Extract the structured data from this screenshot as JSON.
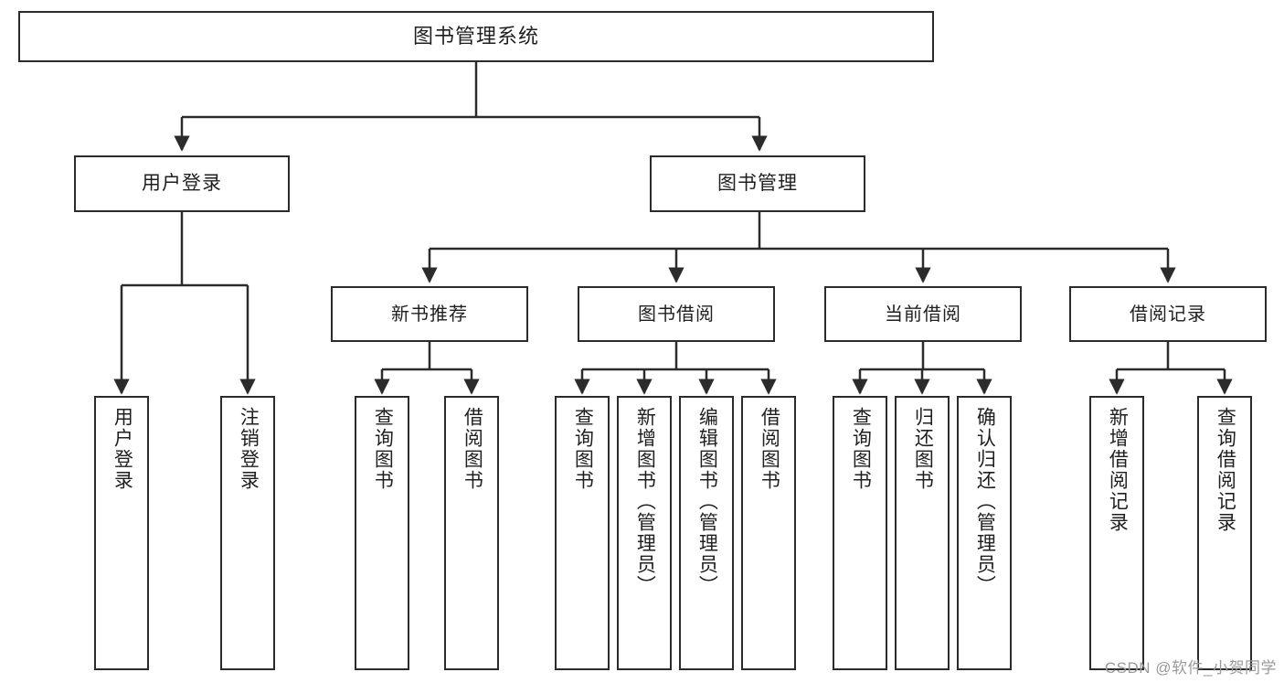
{
  "diagram": {
    "title": "图书管理系统",
    "type": "tree",
    "colors": {
      "stroke": "#2b2b2b",
      "fill": "#ffffff",
      "text": "#1f1f1f",
      "watermark": "#9a9a9a"
    },
    "root": {
      "label": "图书管理系统"
    },
    "level2": [
      {
        "label": "用户登录"
      },
      {
        "label": "图书管理"
      }
    ],
    "level3": [
      {
        "label": "新书推荐"
      },
      {
        "label": "图书借阅"
      },
      {
        "label": "当前借阅"
      },
      {
        "label": "借阅记录"
      }
    ],
    "leaves": {
      "user_login": [
        {
          "label": "用户登录"
        },
        {
          "label": "注销登录"
        }
      ],
      "new_book": [
        {
          "label": "查询图书"
        },
        {
          "label": "借阅图书"
        }
      ],
      "borrow_book": [
        {
          "label": "查询图书"
        },
        {
          "label": "新增图书（管理员）"
        },
        {
          "label": "编辑图书（管理员）"
        },
        {
          "label": "借阅图书"
        }
      ],
      "current_borrow": [
        {
          "label": "查询图书"
        },
        {
          "label": "归还图书"
        },
        {
          "label": "确认归还（管理员）"
        }
      ],
      "borrow_record": [
        {
          "label": "新增借阅记录"
        },
        {
          "label": "查询借阅记录"
        }
      ]
    }
  },
  "watermark": {
    "text": "CSDN @软件_小贺同学"
  }
}
